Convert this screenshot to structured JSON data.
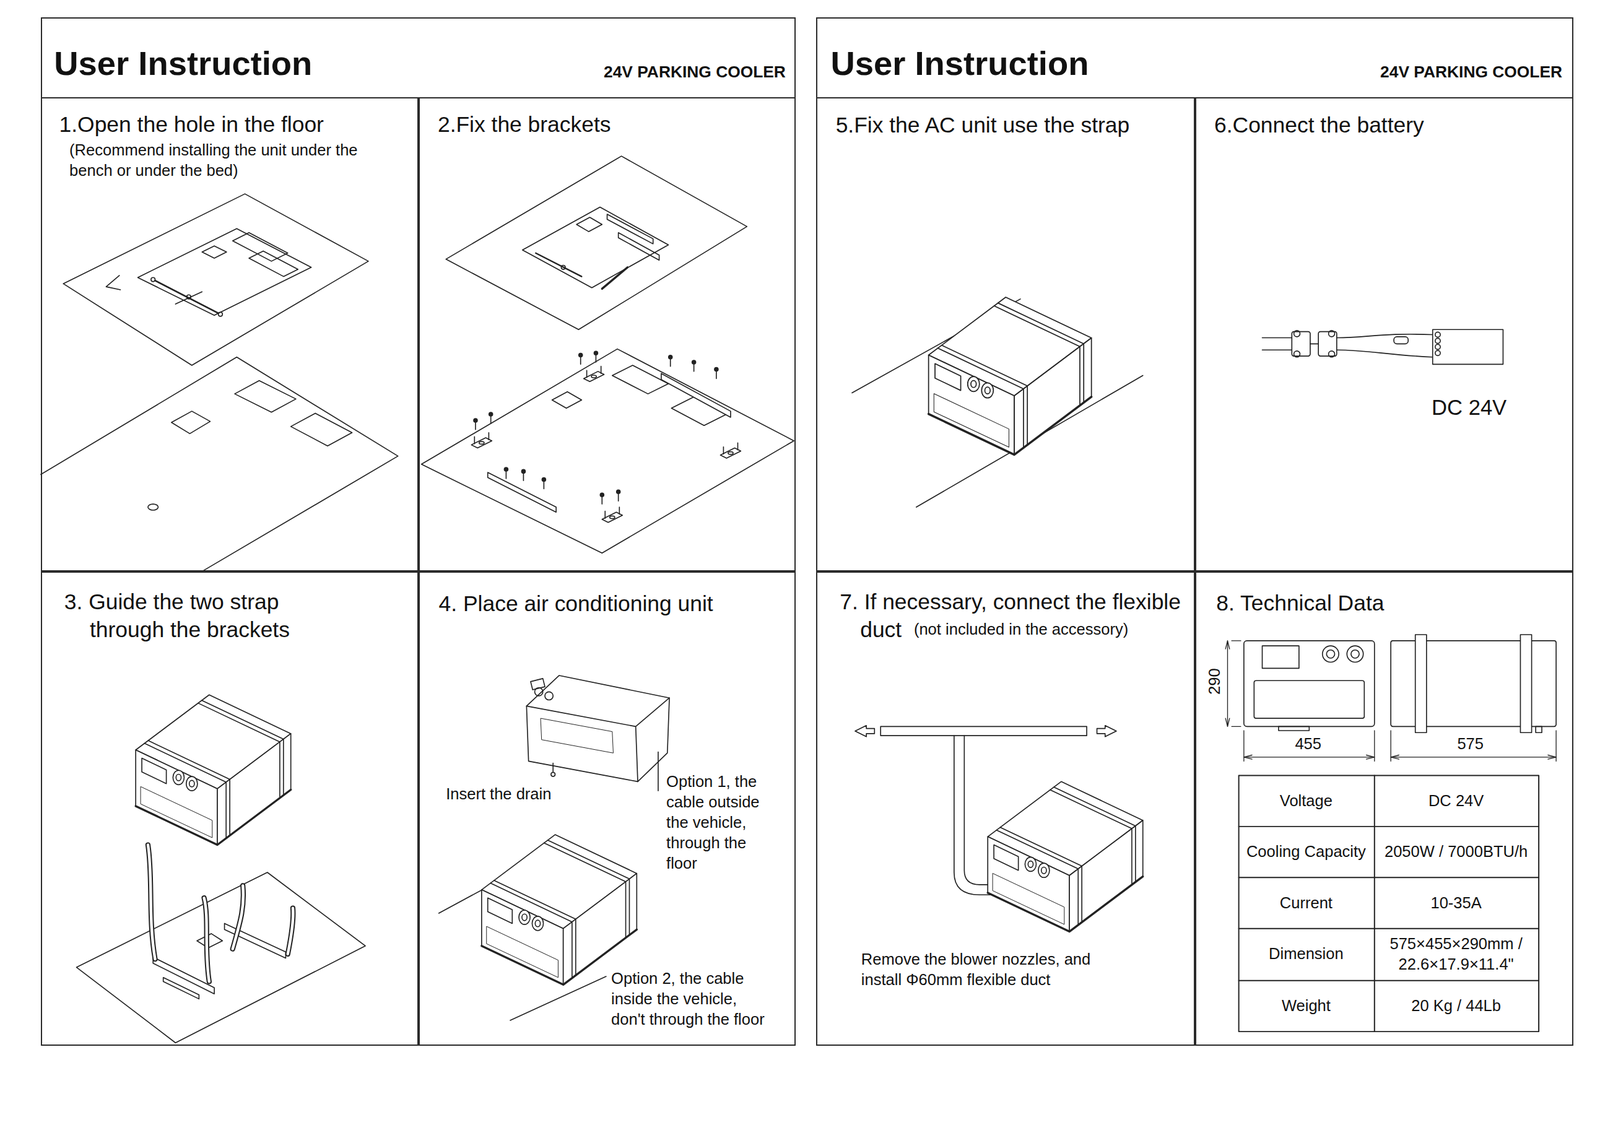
{
  "diagram": {
    "nodes": [
      {
        "text": [
          "User Instruction",
          "24V PARKING COOLER"
        ]
      },
      {
        "text": [
          "1.Open the hole in the floor",
          "(Recommend installing the unit under the bench or under the bed)"
        ],
        "in": 0
      },
      {
        "text": [
          "2.Fix the brackets"
        ],
        "in": 0
      },
      {
        "text": [
          "3. Guide the two strap through the brackets"
        ],
        "in": 0
      },
      {
        "text": [
          "4. Place air conditioning unit",
          "Insert the drain",
          "Option 1, the cable outside the vehicle, through the floor",
          "Option 2, the cable inside the vehicle, don't through the floor"
        ],
        "in": 0
      },
      {
        "text": [
          "User Instruction",
          "24V PARKING COOLER"
        ]
      },
      {
        "text": [
          "5.Fix the AC unit use the strap"
        ],
        "in": 5
      },
      {
        "text": [
          "6.Connect the battery",
          "DC 24V"
        ],
        "in": 5
      },
      {
        "text": [
          "7. If necessary, connect the flexible duct",
          "(not included in the accessory)",
          "Remove the blower nozzles, and install Φ60mm flexible duct"
        ],
        "in": 5
      },
      {
        "text": [
          "8. Technical Data"
        ],
        "in": 5
      }
    ],
    "labels": [
      "290",
      "455",
      "575",
      "Voltage",
      "DC 24V",
      "Cooling Capacity",
      "2050W / 7000BTU/h",
      "Current",
      "10-35A",
      "Dimension",
      "575×455×290mm / 22.6×17.9×11.4\"",
      "Weight",
      "20 Kg / 44Lb"
    ]
  }
}
